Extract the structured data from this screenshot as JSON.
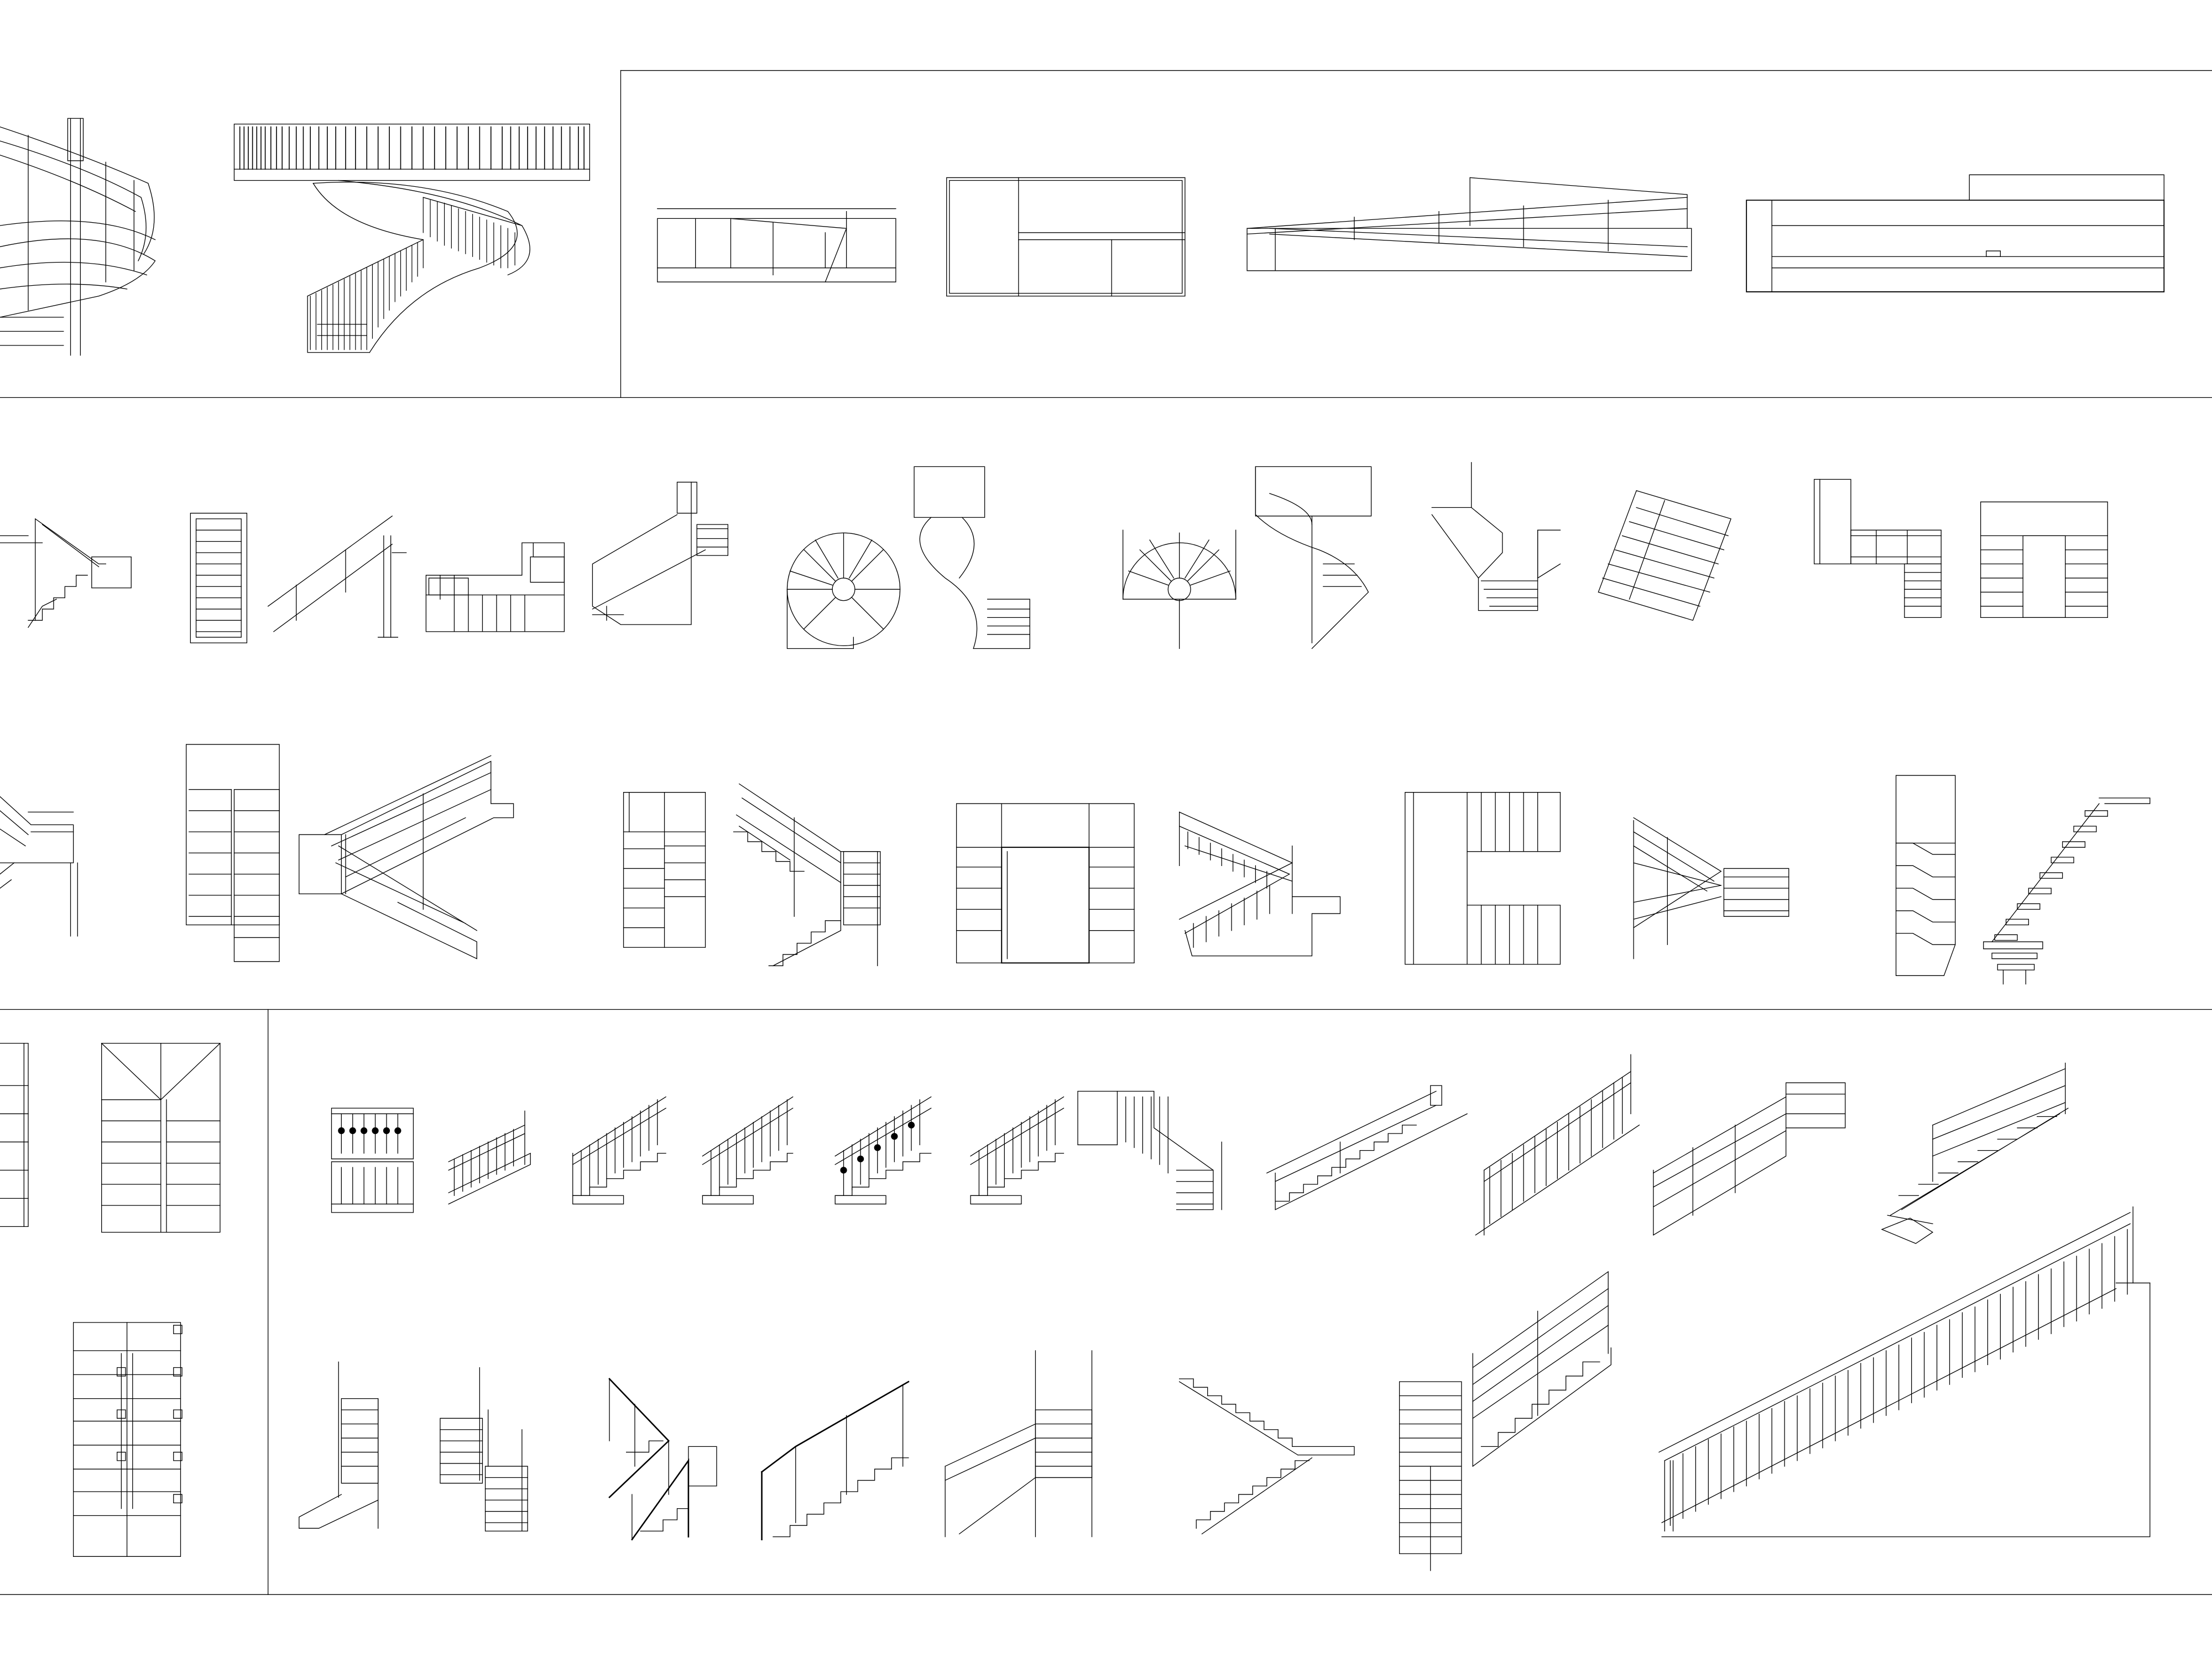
{
  "sheet": {
    "title": "",
    "background": "#ffffff",
    "line_color": "#000000",
    "frames": [
      "top-left-panel",
      "top-right-panel",
      "row-2-panel",
      "row-3-panel",
      "bottom-left-panel",
      "bottom-right-panel"
    ],
    "drawings": [
      "spiral-stair-perspective-a",
      "spiral-stair-with-balustrade-elevation",
      "glass-railing-elevation",
      "landing-plan",
      "switchback-ramp-elevation",
      "wide-stair-plan",
      "l-stair-perspective",
      "straight-stair-plan",
      "glass-rail-section",
      "u-stair-plan",
      "stair-section-dog-leg",
      "spiral-stair-plan-a",
      "spiral-stair-elevation-a",
      "spiral-stair-plan-b",
      "spiral-stair-elevation-b",
      "stair-perspective-walls",
      "double-stair-plan-rotated",
      "railing-plan-elevation",
      "u-stair-plan-b",
      "stair-perspective-partial",
      "straight-stair-plan-tall",
      "switchback-railing-elevation",
      "u-stair-plan-c",
      "dog-leg-stair-section",
      "stairwell-plan",
      "baluster-stair-elevation",
      "c-shaped-stair-plan",
      "switchback-stair-elevation",
      "folded-plate-plan",
      "cantilever-stair-elevation",
      "stair-plan-partial",
      "stair-plan-winder",
      "stair-plan-with-handrails",
      "baluster-panels",
      "baluster-stair-small",
      "iron-baluster-stair-1",
      "iron-baluster-stair-2",
      "iron-baluster-stair-3",
      "iron-baluster-stair-4",
      "stair-with-landing-elevation",
      "minimal-rail-stair",
      "baluster-stair-long",
      "tube-rail-stair",
      "cantilever-rail-stair",
      "wall-stair-elevation",
      "double-stair-elevation",
      "glass-switchback-stair",
      "glass-rail-stair",
      "frame-stair-elevation",
      "zigzag-stair-section",
      "stair-with-tower-elevation",
      "grand-baluster-stair"
    ]
  }
}
